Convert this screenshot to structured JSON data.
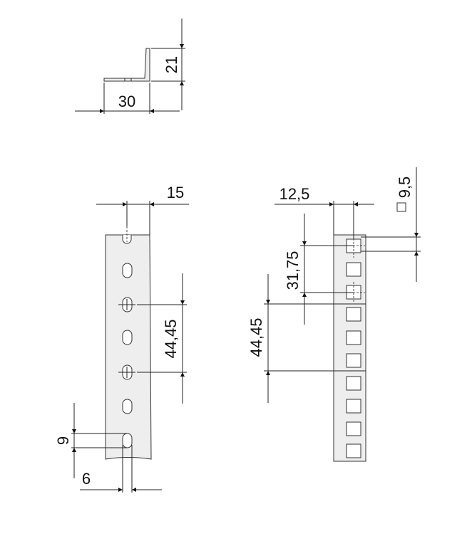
{
  "dimensions": {
    "angle_height": "21",
    "angle_width": "30",
    "left_width": "15",
    "left_pitch": "44,45",
    "slot_height": "9",
    "slot_width": "6",
    "right_width": "12,5",
    "square_size_symbol": "□",
    "square_size": "9,5",
    "right_pitch_small": "31,75",
    "right_pitch": "44,45"
  },
  "colors": {
    "line": "#222222",
    "part_fill": "#eeeeee",
    "background": "#ffffff"
  }
}
